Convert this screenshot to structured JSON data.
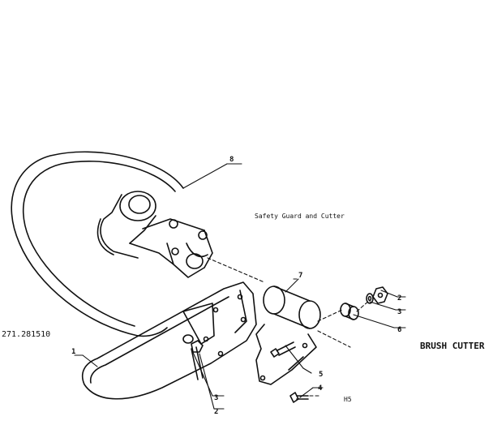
{
  "figure": {
    "title": "BRUSH CUTTER",
    "subtitle": "Safety Guard and Cutter",
    "model_number": "271.281510",
    "page_code": "H5"
  },
  "callouts": [
    {
      "id": "callout-8",
      "label": "8",
      "part": "cutter-blade"
    },
    {
      "id": "callout-7",
      "label": "7",
      "part": "mounting-clamp"
    },
    {
      "id": "callout-1",
      "label": "1",
      "part": "safety-guard"
    },
    {
      "id": "callout-2-right",
      "label": "2",
      "part": "nut"
    },
    {
      "id": "callout-3-right",
      "label": "3",
      "part": "washer"
    },
    {
      "id": "callout-6-right",
      "label": "6",
      "part": "spacer"
    },
    {
      "id": "callout-5",
      "label": "5",
      "part": "bolt"
    },
    {
      "id": "callout-4",
      "label": "4",
      "part": "screw"
    },
    {
      "id": "callout-3-bottom",
      "label": "3",
      "part": "washer"
    },
    {
      "id": "callout-2-bottom",
      "label": "2",
      "part": "nut"
    }
  ]
}
